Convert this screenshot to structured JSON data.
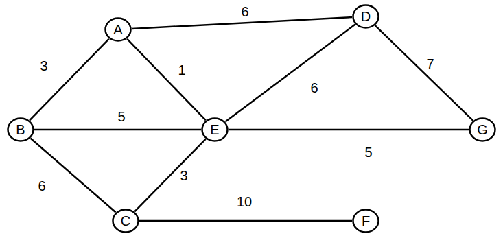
{
  "diagram": {
    "nodes": [
      {
        "text": [
          "A"
        ]
      },
      {
        "text": [
          "D"
        ]
      },
      {
        "text": [
          "B"
        ]
      },
      {
        "text": [
          "E"
        ]
      },
      {
        "text": [
          "G"
        ]
      },
      {
        "text": [
          "C"
        ]
      },
      {
        "text": [
          "F"
        ]
      }
    ],
    "edges": [
      {
        "from": 0,
        "to": 1,
        "arrow": "none",
        "label": "6"
      },
      {
        "from": 0,
        "to": 2,
        "arrow": "none",
        "label": "3"
      },
      {
        "from": 0,
        "to": 3,
        "arrow": "none",
        "label": "1"
      },
      {
        "from": 2,
        "to": 3,
        "arrow": "none",
        "label": "5"
      },
      {
        "from": 1,
        "to": 3,
        "arrow": "none",
        "label": "6"
      },
      {
        "from": 1,
        "to": 4,
        "arrow": "none",
        "label": "7"
      },
      {
        "from": 3,
        "to": 4,
        "arrow": "none",
        "label": "5"
      },
      {
        "from": 2,
        "to": 5,
        "arrow": "none",
        "label": "6"
      },
      {
        "from": 5,
        "to": 3,
        "arrow": "none",
        "label": "3"
      },
      {
        "from": 5,
        "to": 6,
        "arrow": "none",
        "label": "10"
      }
    ]
  }
}
